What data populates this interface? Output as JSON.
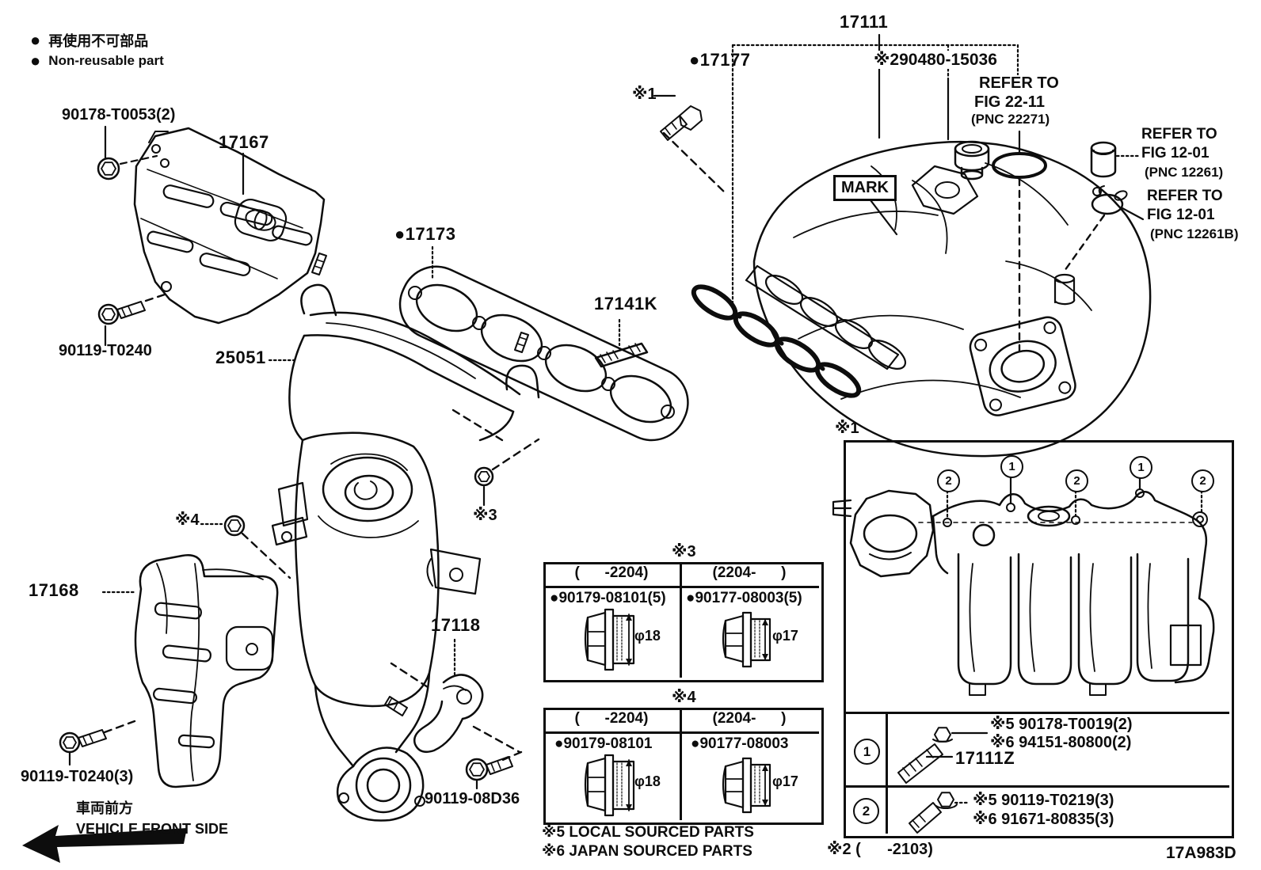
{
  "legend": {
    "bullet": "●",
    "jp": "再使用不可部品",
    "en": "Non-reusable part"
  },
  "labels": {
    "bolt_90178_t0053": "90178-T0053(2)",
    "heat_shield_upper": "17167",
    "gasket_17173": "●17173",
    "gasket_17177": "●17177",
    "ref1_bolt": "※1",
    "intake_manifold": "17111",
    "vacuum_290480": "※290480-15036",
    "stud_17141k": "17141K",
    "exhaust_manifold": "25051",
    "bolt_90119_t0240": "90119-T0240",
    "ref4": "※4",
    "ref3": "※3",
    "heat_shield_lower": "17168",
    "bracket_17118": "17118",
    "bolt_90119_t0240_3": "90119-T0240(3)",
    "bolt_90119_08d36": "90119-08D36",
    "mark": "MARK"
  },
  "refer": {
    "fig2211": {
      "l1": "REFER TO",
      "l2": "FIG 22-11",
      "l3": "(PNC 22271)"
    },
    "fig1201a": {
      "l1": "REFER TO",
      "l2": "FIG 12-01",
      "l3": "(PNC 12261)"
    },
    "fig1201b": {
      "l1": "REFER TO",
      "l2": "FIG 12-01",
      "l3": "(PNC 12261B)"
    }
  },
  "table3": {
    "caption": "※3",
    "col_before": "(      -2204)",
    "col_after": "(2204-      )",
    "part_before": "●90179-08101(5)",
    "part_after": "●90177-08003(5)",
    "dia_before": "φ18",
    "dia_after": "φ17"
  },
  "table4": {
    "caption": "※4",
    "col_before": "(      -2204)",
    "col_after": "(2204-      )",
    "part_before": "●90179-08101",
    "part_after": "●90177-08003",
    "dia_before": "φ18",
    "dia_after": "φ17"
  },
  "notes": {
    "n5": "※5  LOCAL SOURCED PARTS",
    "n6": "※6  JAPAN SOURCED PARTS"
  },
  "inset": {
    "title": "※1",
    "callouts": [
      "2",
      "1",
      "2",
      "1",
      "2"
    ],
    "row1": {
      "num": "1",
      "pn_local": "※5 90178-T0019(2)",
      "pn_japan": "※6 94151-80800(2)",
      "stud": "17111Z"
    },
    "row2": {
      "num": "2",
      "pn_local": "※5 90119-T0219(3)",
      "pn_japan": "※6 91671-80835(3)"
    },
    "footnote": "※2 (      -2103)"
  },
  "footer": {
    "front_jp": "車両前方",
    "front_en": "VEHICLE FRONT SIDE",
    "code": "17A983D"
  }
}
